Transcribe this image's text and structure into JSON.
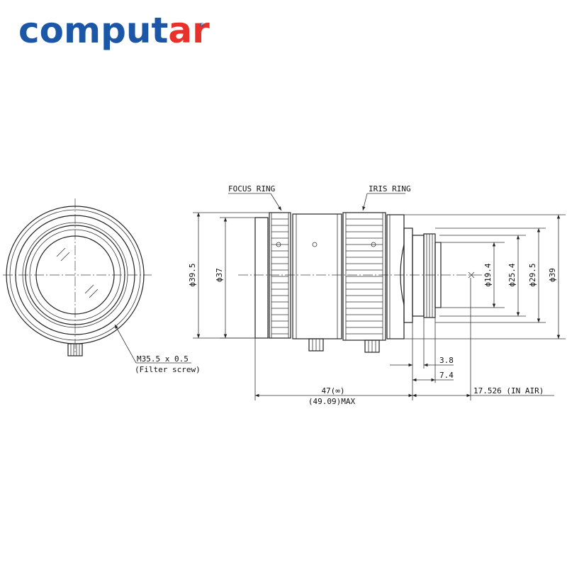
{
  "brand": {
    "name": "computar",
    "main_text": "comput",
    "accent_text": "ar",
    "mark": "®",
    "main_color": "#1b57a6",
    "accent_color": "#e8312a"
  },
  "callouts": {
    "focus_ring": "FOCUS RING",
    "iris_ring": "IRIS RING",
    "filter_thread": "M35.5 x 0.5",
    "filter_note": "(Filter screw)"
  },
  "dimensions": {
    "d_39_5": "ϕ39.5",
    "d_37": "ϕ37",
    "d_19_4": "ϕ19.4",
    "d_25_4": "ϕ25.4",
    "d_29_5": "ϕ29.5",
    "d_39": "ϕ39",
    "len_3_8": "3.8",
    "len_7_4": "7.4",
    "len_47": "47(∞)",
    "len_49": "(49.09)MAX",
    "len_17": "17.526 (IN AIR)"
  }
}
